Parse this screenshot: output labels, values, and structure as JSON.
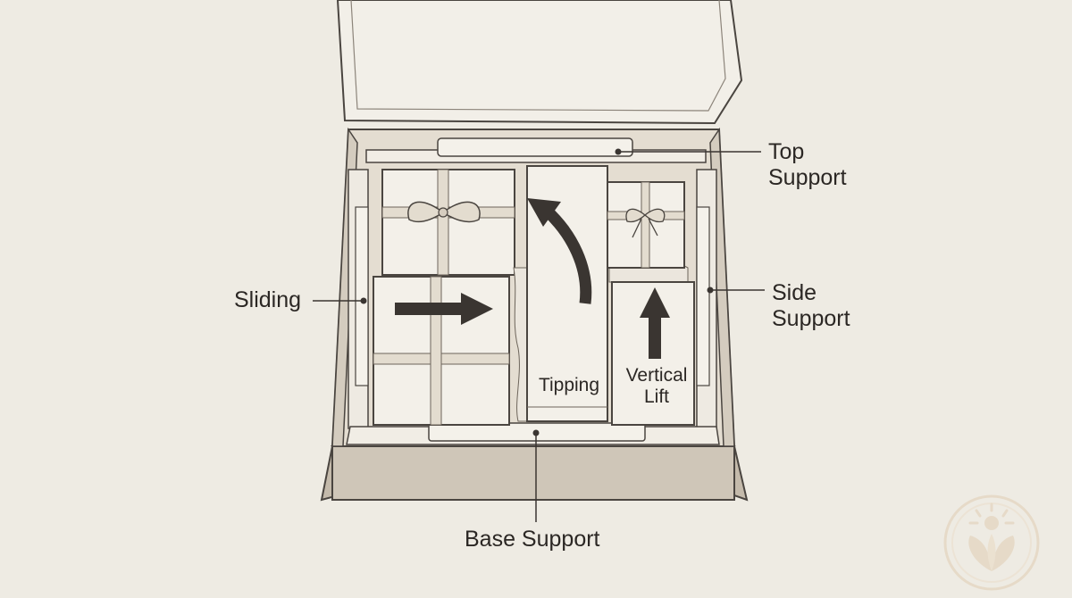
{
  "labels": {
    "top_support": [
      "Top",
      "Support"
    ],
    "side_support": [
      "Side",
      "Support"
    ],
    "sliding": "Sliding",
    "base_support": "Base Support",
    "tipping": "Tipping",
    "vertical_lift": [
      "Vertical",
      "Lift"
    ]
  },
  "icons": {
    "top_support_marker": "dot-leader",
    "sliding_arrow": "arrow-right",
    "tipping_arrow": "curved-arrow",
    "vertical_lift_arrow": "arrow-up",
    "watermark": "sprout-sun-logo"
  },
  "colors": {
    "background": "#eeebe3",
    "box_outline": "#4a4540",
    "box_fill": "#d8d0c4",
    "paper": "#f4f1ea",
    "arrow": "#3a3531",
    "watermark": "#e8dccb"
  }
}
